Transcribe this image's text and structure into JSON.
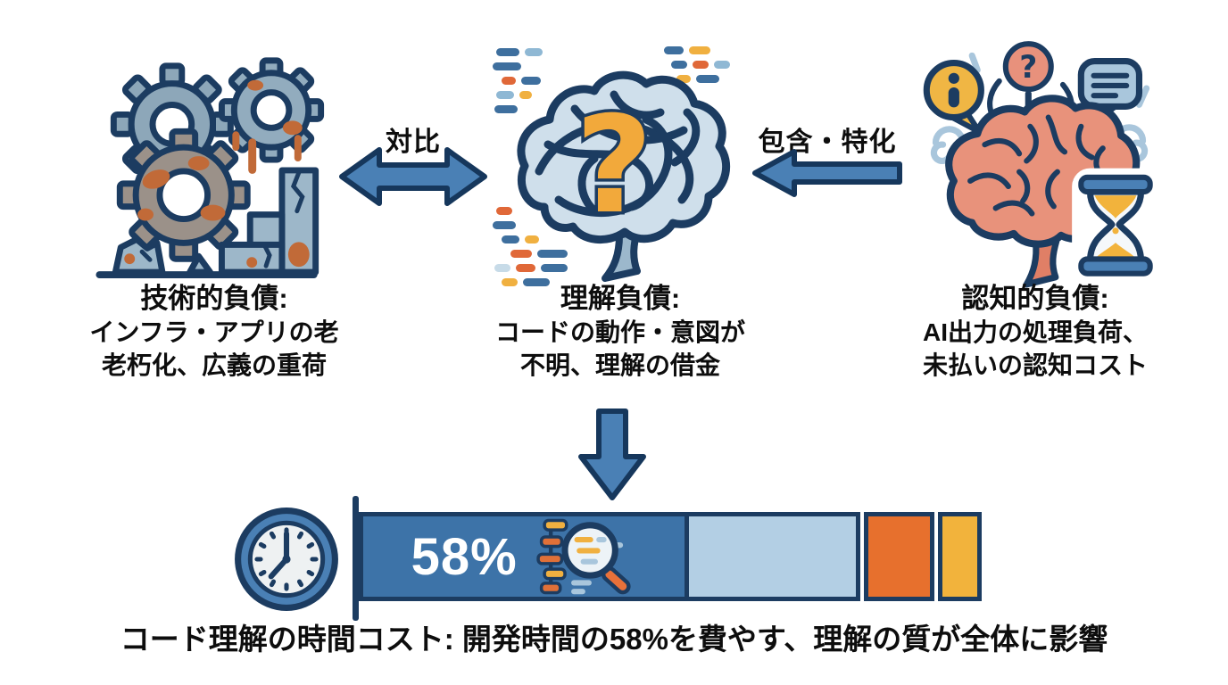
{
  "colors": {
    "navy_outline": "#1c3c61",
    "arrow_blue": "#4a80b5",
    "bar_blue": "#3d73a8",
    "bar_light_blue": "#b3cfe4",
    "bar_orange": "#e7702d",
    "bar_yellow": "#f2b33c",
    "text_black": "#0d0d0d",
    "percent_white": "#ffffff"
  },
  "nodes": [
    {
      "id": "technical-debt",
      "icon": "rusty-gears-icon",
      "title": "技術的負債:",
      "desc": [
        "インフラ・アプリの老",
        "老朽化、広義の重荷"
      ]
    },
    {
      "id": "comprehension-debt",
      "icon": "tangled-brain-question-icon",
      "title": "理解負債:",
      "desc": [
        "コードの動作・意図が",
        "不明、理解の借金"
      ]
    },
    {
      "id": "cognitive-debt",
      "icon": "brain-hourglass-icon",
      "title": "認知的負債:",
      "desc": [
        "AI出力の処理負荷、",
        "未払いの認知コスト"
      ]
    }
  ],
  "relations": {
    "contrast_label": "対比",
    "inclusion_label": "包含・特化"
  },
  "bar": {
    "percent_label": "58%",
    "segments": [
      {
        "name": "comprehension-time-58pct",
        "color": "#3d73a8",
        "percent": 55
      },
      {
        "name": "remaining-time",
        "color": "#b3cfe4",
        "percent": 28.5
      },
      {
        "name": "orange-segment",
        "color": "#e7702d",
        "percent": 10.5
      },
      {
        "name": "yellow-segment",
        "color": "#f2b33c",
        "percent": 6
      }
    ]
  },
  "caption": "コード理解の時間コスト: 開発時間の58%を費やす、理解の質が全体に影響",
  "glyphs": {
    "question_mark": "?",
    "small_question_mark": "?"
  }
}
